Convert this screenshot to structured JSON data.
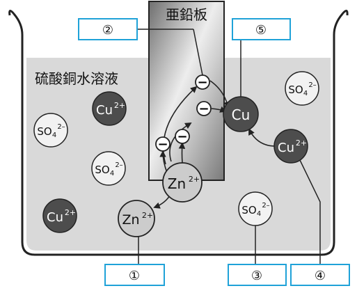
{
  "solution_label": "硫酸銅水溶液",
  "plate_label": "亜鉛板",
  "boxes": {
    "b1": "①",
    "b2": "②",
    "b3": "③",
    "b4": "④",
    "b5": "⑤"
  },
  "ions": {
    "cu2": {
      "sym": "Cu",
      "charge": "2+"
    },
    "so4": {
      "sym": "SO",
      "sub": "4",
      "charge": "2–"
    },
    "zn2": {
      "sym": "Zn",
      "charge": "2+"
    },
    "cu": {
      "sym": "Cu"
    }
  },
  "electron_symbol": "−",
  "colors": {
    "solution": "#d9d9d9",
    "plate_dark": "#7a7a7a",
    "plate_light": "#e8e8e8",
    "cu_ion": "#4d4d4d",
    "zn_ion": "#cccccc",
    "so4_ion": "#f2f2f2",
    "box_border": "#1fa2d8",
    "outline": "#222222"
  }
}
